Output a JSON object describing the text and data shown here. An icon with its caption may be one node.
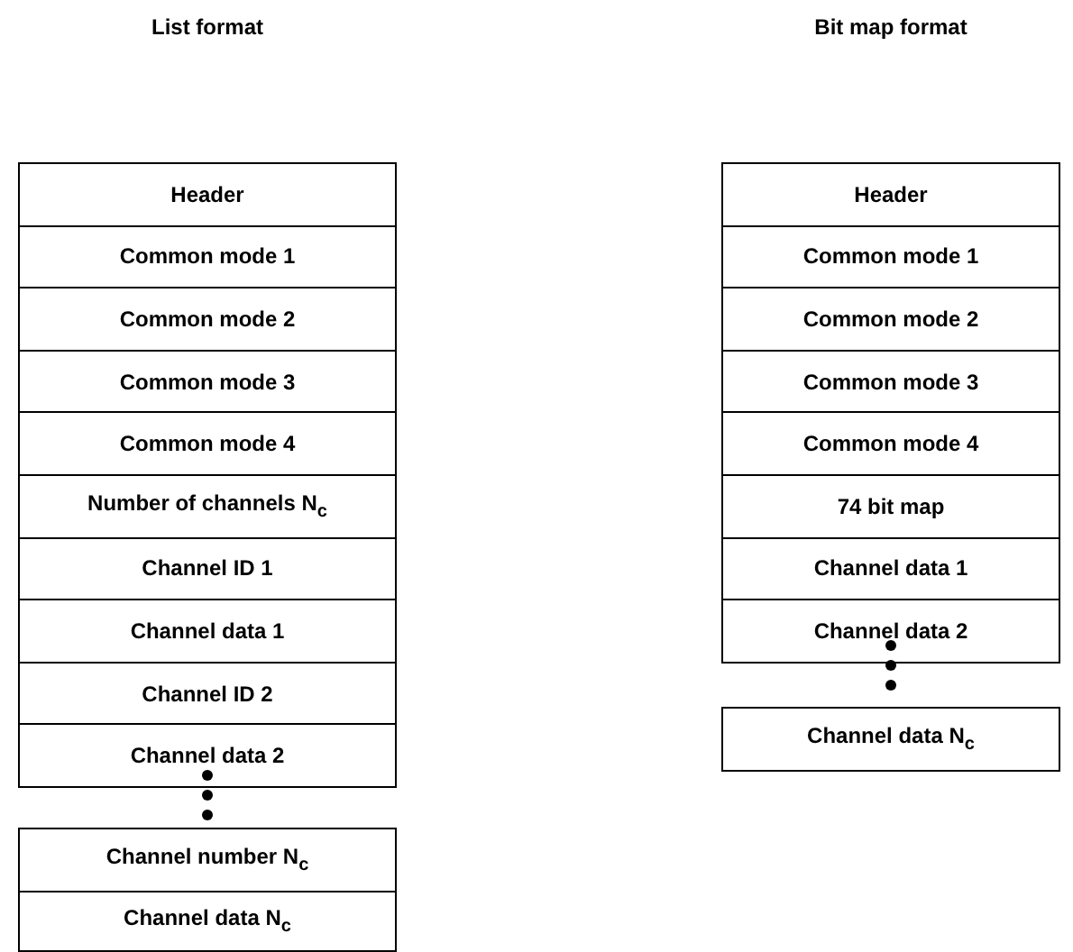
{
  "diagram": {
    "nodes": [
      {
        "text": [
          "Header"
        ]
      },
      {
        "text": [
          "Common mode 1"
        ]
      },
      {
        "text": [
          "Common mode 2"
        ]
      },
      {
        "text": [
          "Common mode 3"
        ]
      },
      {
        "text": [
          "Common mode 4"
        ]
      },
      {
        "text": [
          "Number of channels N$_{c}$"
        ]
      },
      {
        "text": [
          "Channel ID 1"
        ]
      },
      {
        "text": [
          "Channel data 1"
        ]
      },
      {
        "text": [
          "Channel ID 2"
        ]
      },
      {
        "text": [
          "Channel data 2"
        ]
      },
      {
        "text": [
          "Channel number N$_{c}$"
        ]
      },
      {
        "text": [
          "Channel data N$_{c}$"
        ]
      },
      {
        "text": [
          "Header"
        ]
      },
      {
        "text": [
          "Common mode 1"
        ]
      },
      {
        "text": [
          "Common mode 2"
        ]
      },
      {
        "text": [
          "Common mode 3"
        ]
      },
      {
        "text": [
          "Common mode 4"
        ]
      },
      {
        "text": [
          "74 bit map"
        ]
      },
      {
        "text": [
          "Channel data 1"
        ]
      },
      {
        "text": [
          "Channel data 2"
        ]
      },
      {
        "text": [
          "Channel data N$_{c}$"
        ]
      }
    ],
    "edges": [],
    "labels": [
      "List format",
      "Bit map format"
    ]
  }
}
